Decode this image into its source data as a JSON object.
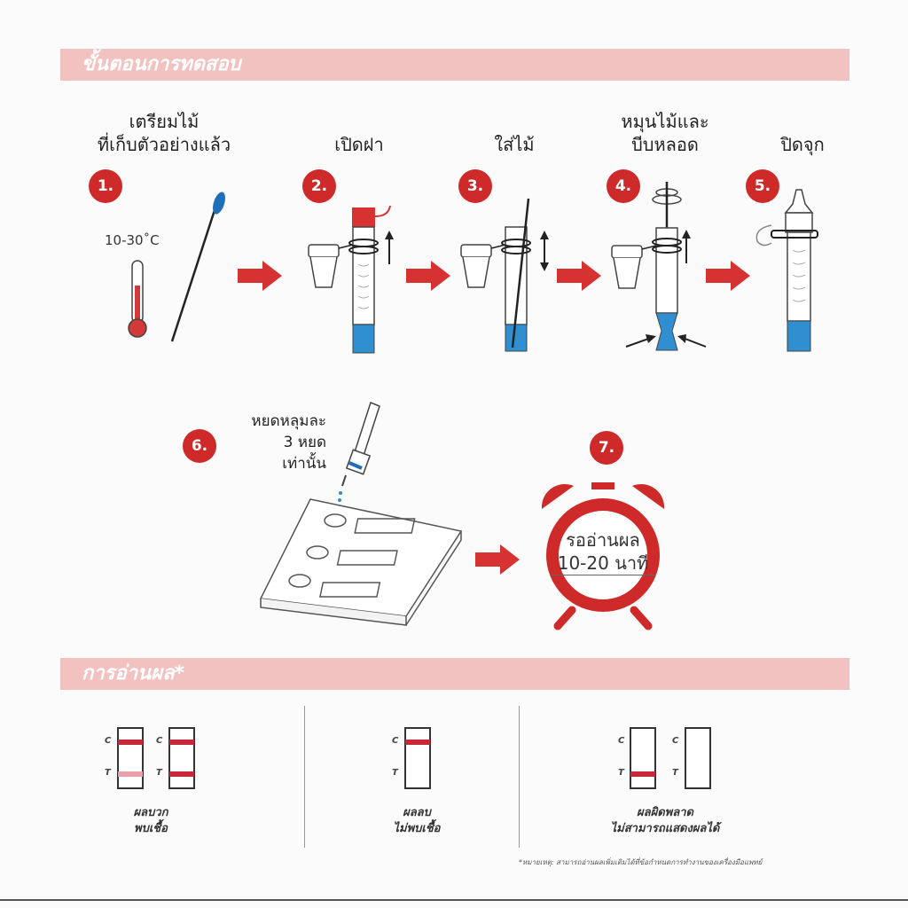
{
  "header": {
    "title": "ขั้นตอนการทดสอบ"
  },
  "steps": [
    {
      "number": "1.",
      "label_lines": [
        "เตรียมไม้",
        "ที่เก็บตัวอย่างแล้ว"
      ]
    },
    {
      "number": "2.",
      "label_lines": [
        "เปิดฝา"
      ]
    },
    {
      "number": "3.",
      "label_lines": [
        "ใส่ไม้"
      ]
    },
    {
      "number": "4.",
      "label_lines": [
        "หมุนไม้และ",
        "บีบหลอด"
      ]
    },
    {
      "number": "5.",
      "label_lines": [
        "ปิดจุก"
      ]
    },
    {
      "number": "6.",
      "label_lines": [
        "หยดหลุมละ",
        "3 หยด",
        "เท่านั้น"
      ]
    },
    {
      "number": "7.",
      "label_lines": [
        "รออ่านผล",
        "10-20 นาที"
      ]
    }
  ],
  "thermometer": {
    "label": "10-30˚C"
  },
  "results_header": {
    "title": "การอ่านผล*"
  },
  "results": [
    {
      "label_lines": [
        "ผลบวก",
        "พบเชื้อ"
      ]
    },
    {
      "label_lines": [
        "ผลลบ",
        "ไม่พบเชื้อ"
      ]
    },
    {
      "label_lines": [
        "ผลผิดพลาด",
        "ไม่สามารถแสดงผลได้"
      ]
    }
  ],
  "strip_marks": {
    "control": "C",
    "test": "T"
  },
  "footnote": "*หมายเหตุ: สามารถอ่านผลเพิ่มเติมได้ที่ข้อกำหนดการทำงานของเครื่องมือแพทย์",
  "colors": {
    "accent_red": "#cf2a2a",
    "banner_pink": "#f2c2c1",
    "liquid_blue": "#2f8fd0"
  },
  "icons": [
    "thermometer-icon",
    "swab-icon",
    "tube-icon",
    "arrow-right-icon",
    "dropper-icon",
    "test-cassette-icon",
    "alarm-clock-icon",
    "test-strip-icon"
  ]
}
